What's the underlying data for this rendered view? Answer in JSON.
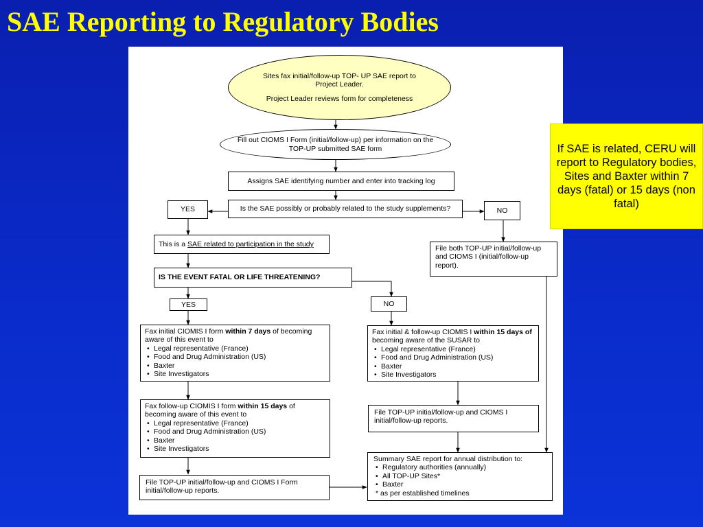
{
  "title": "SAE Reporting to Regulatory Bodies",
  "callout": "If SAE is related, CERU will report to Regulatory bodies, Sites and Baxter within 7 days (fatal) or 15 days (non fatal)",
  "flow": {
    "start": {
      "line1": "Sites fax initial/follow-up TOP- UP SAE report to Project Leader.",
      "line2": "Project Leader reviews form for completeness"
    },
    "cioms": "Fill out CIOMS I Form (initial/follow-up) per information on the TOP-UP submitted SAE form",
    "assign": "Assigns SAE identifying number and enter into tracking log",
    "question_related": "Is the SAE possibly or probably related to the study supplements?",
    "yes_label": "YES",
    "no_label": "NO",
    "related_prefix": "This is a ",
    "related_link": "SAE related to participation in the study",
    "question_fatal": "IS THE EVENT FATAL OR LIFE THREATENING?",
    "yes2_label": "YES",
    "no2_label": "NO",
    "file_both": "File both TOP-UP initial/follow-up and CIOMS I (initial/follow-up report).",
    "fax7": {
      "pre": "Fax initial CIOMIS I form ",
      "bold": "within 7 days",
      "post": " of becoming aware of this event to",
      "items": [
        "Legal representative (France)",
        "Food and Drug Administration (US)",
        "Baxter",
        "Site Investigators"
      ]
    },
    "fax15": {
      "pre": "Fax follow-up CIOMIS I form ",
      "bold": "within 15 days",
      "post": " of becoming aware of this event to",
      "items": [
        "Legal representative (France)",
        "Food and Drug Administration (US)",
        "Baxter",
        "Site Investigators"
      ]
    },
    "faxNo15": {
      "pre": "Fax initial & follow-up CIOMIS I ",
      "bold": "within 15 days of",
      "post": " becoming aware of the SUSAR to",
      "items": [
        "Legal representative (France)",
        "Food and Drug Administration (US)",
        "Baxter",
        "Site Investigators"
      ]
    },
    "file_topup_left": "File TOP-UP initial/follow-up and CIOMS I Form initial/follow-up reports.",
    "file_topup_right": "File TOP-UP initial/follow-up and CIOMS I initial/follow-up reports.",
    "summary": {
      "head": "Summary SAE report for annual distribution to:",
      "items": [
        "Regulatory authorities (annually)",
        "All TOP-UP Sites*",
        "Baxter"
      ],
      "note": "* as per established timelines"
    }
  }
}
